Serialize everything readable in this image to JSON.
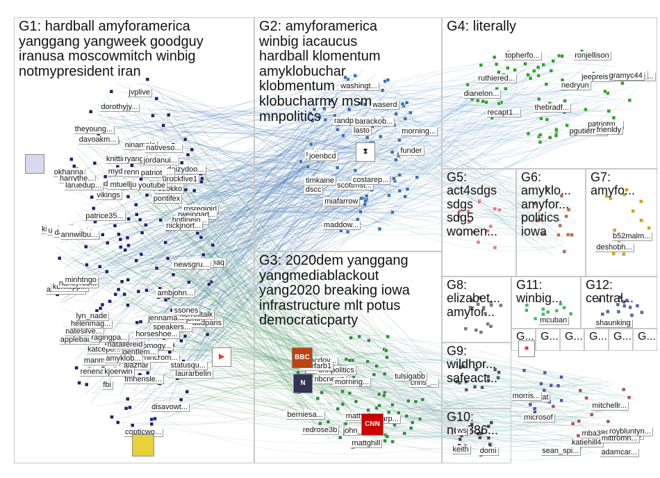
{
  "groups": [
    {
      "id": "G1",
      "title": "G1: hardball amyforamerica\nyanggang yangweek goodguy\niranusa moscowmitch winbig\nnotmypresident iran"
    },
    {
      "id": "G2",
      "title": "G2: amyforamerica\nwinbig iacaucus\nhardball klomentum\namyklobuchar\nklobmentum\nklobucharmy msm\nmnpolitics"
    },
    {
      "id": "G3",
      "title": "G3: 2020dem yanggang\nyangmediablackout\nyang2020 breaking iowa\ninfrastructure mlt potus\ndemocraticparty"
    },
    {
      "id": "G4",
      "title": "G4: literally"
    },
    {
      "id": "G5",
      "title": "G5:\nact4sdgs\nsdgs\nsdg5\nwomen..."
    },
    {
      "id": "G6",
      "title": "G6:\namyklo...\namyfor...\npolitics\niowa"
    },
    {
      "id": "G7",
      "title": "G7:\namyfo..."
    },
    {
      "id": "G8",
      "title": "G8:\nelizabet...\namyfor..."
    },
    {
      "id": "G9",
      "title": "G9:\nwildhor...\nsafeact..."
    },
    {
      "id": "G10",
      "title": "G10:\nnos386..."
    },
    {
      "id": "G11",
      "title": "G11:\nwinbig..."
    },
    {
      "id": "G12",
      "title": "G12:\ncentral..."
    },
    {
      "id": "G13",
      "title": "G..."
    },
    {
      "id": "G14",
      "title": "G..."
    },
    {
      "id": "G15",
      "title": "G..."
    },
    {
      "id": "G16",
      "title": "G..."
    },
    {
      "id": "G17",
      "title": "G..."
    },
    {
      "id": "G18",
      "title": "G..."
    }
  ],
  "labels": [
    {
      "text": "ambjohn...",
      "g": "G1"
    },
    {
      "text": "speakers...",
      "g": "G1"
    },
    {
      "text": "mlhcrom...",
      "g": "G1"
    },
    {
      "text": "tmhensle...",
      "g": "G1"
    },
    {
      "text": "fbi",
      "g": "G1"
    },
    {
      "text": "renenan...",
      "g": "G1"
    },
    {
      "text": "applebau...",
      "g": "G1"
    },
    {
      "text": "allonmed...",
      "g": "G1"
    },
    {
      "text": "kimalyce...",
      "g": "G1"
    },
    {
      "text": "patrice35...",
      "g": "G1"
    },
    {
      "text": "brudamc...",
      "g": "G1"
    },
    {
      "text": "knittingli...",
      "g": "G1"
    },
    {
      "text": "ninampls",
      "g": "G1"
    },
    {
      "text": "nativeso...",
      "g": "G1"
    },
    {
      "text": "daizydoo...",
      "g": "G1"
    },
    {
      "text": "msregigirl",
      "g": "G1"
    },
    {
      "text": "nokomaq",
      "g": "G1"
    },
    {
      "text": "audparis",
      "g": "G1"
    },
    {
      "text": "jennama...",
      "g": "G1"
    },
    {
      "text": "somogy...",
      "g": "G1"
    },
    {
      "text": "alazhar",
      "g": "G1"
    },
    {
      "text": "kjoerwin",
      "g": "G1"
    },
    {
      "text": "manmet...",
      "g": "G1"
    },
    {
      "text": "natesilve...",
      "g": "G1"
    },
    {
      "text": "kenklipp...",
      "g": "G1"
    },
    {
      "text": "usnavym...",
      "g": "G1"
    },
    {
      "text": "okhanna",
      "g": "G1"
    },
    {
      "text": "vikings",
      "g": "G1"
    },
    {
      "text": "mydoggy...",
      "g": "G1"
    },
    {
      "text": "ryangrim",
      "g": "G1"
    },
    {
      "text": "jordanui...",
      "g": "G1"
    },
    {
      "text": "urockfive1",
      "g": "G1"
    },
    {
      "text": "rweingart...",
      "g": "G1"
    },
    {
      "text": "benig...",
      "g": "G1"
    },
    {
      "text": "jentl",
      "g": "G1"
    },
    {
      "text": "laurarbelin",
      "g": "G1"
    },
    {
      "text": "horseshoe...",
      "g": "G1"
    },
    {
      "text": "gentlem...",
      "g": "G1"
    },
    {
      "text": "amyklob...",
      "g": "G1"
    },
    {
      "text": "katcepo...",
      "g": "G1"
    },
    {
      "text": "helenmag...",
      "g": "G1"
    },
    {
      "text": "nancyrub...",
      "g": "G1"
    },
    {
      "text": "davewei...",
      "g": "G1"
    },
    {
      "text": "harrythe...",
      "g": "G1"
    },
    {
      "text": "theyoung...",
      "g": "G1"
    },
    {
      "text": "mtuelljudy",
      "g": "G1"
    },
    {
      "text": "rennee",
      "g": "G1"
    },
    {
      "text": "patriot_...",
      "g": "G1"
    },
    {
      "text": "cookko",
      "g": "G1"
    },
    {
      "text": "hotlinejo...",
      "g": "G1"
    },
    {
      "text": "dumps",
      "g": "G1"
    },
    {
      "text": "kerrelltalk",
      "g": "G1"
    },
    {
      "text": "statusqu...",
      "g": "G1"
    },
    {
      "text": "disavowt...",
      "g": "G1"
    },
    {
      "text": "copticwo...",
      "g": "G1"
    },
    {
      "text": "nataliereid",
      "g": "G1"
    },
    {
      "text": "ragingpa...",
      "g": "G1"
    },
    {
      "text": "lyn_nade",
      "g": "G1"
    },
    {
      "text": "minhtngo",
      "g": "G1"
    },
    {
      "text": "annwilbu...",
      "g": "G1"
    },
    {
      "text": "laruedup...",
      "g": "G1"
    },
    {
      "text": "davoakm...",
      "g": "G1"
    },
    {
      "text": "dorothyjy...",
      "g": "G1"
    },
    {
      "text": "jvplive",
      "g": "G1"
    },
    {
      "text": "youtube",
      "g": "G1"
    },
    {
      "text": "pontifex",
      "g": "G1"
    },
    {
      "text": "nickjnort...",
      "g": "G1"
    },
    {
      "text": "newsgru...",
      "g": "G1"
    },
    {
      "text": "ssones",
      "g": "G1"
    },
    {
      "text": "maddow...",
      "g": "G2"
    },
    {
      "text": "scottmst...",
      "g": "G2"
    },
    {
      "text": "randpaul",
      "g": "G2"
    },
    {
      "text": "washingt...",
      "g": "G2"
    },
    {
      "text": "nytimes",
      "g": "G2"
    },
    {
      "text": "timkaine",
      "g": "G2"
    },
    {
      "text": "barackob...",
      "g": "G2"
    },
    {
      "text": "lasto",
      "g": "G2"
    },
    {
      "text": "dscc",
      "g": "G2"
    },
    {
      "text": "waserd",
      "g": "G2"
    },
    {
      "text": "joenbcd",
      "g": "G2"
    },
    {
      "text": "morning...",
      "g": "G2"
    },
    {
      "text": "costarep...",
      "g": "G2"
    },
    {
      "text": "funder",
      "g": "G2"
    },
    {
      "text": "miafarrow",
      "g": "G2"
    },
    {
      "text": "bbcnews",
      "g": "G3"
    },
    {
      "text": "nbcnews",
      "g": "G3"
    },
    {
      "text": "chris_...",
      "g": "G3"
    },
    {
      "text": "mattygle...",
      "g": "G3"
    },
    {
      "text": "jesse",
      "g": "G3"
    },
    {
      "text": "wfp",
      "g": "G3"
    },
    {
      "text": "cnnpolitics",
      "g": "G3"
    },
    {
      "text": "redrose3b",
      "g": "G3"
    },
    {
      "text": "wehearp...",
      "g": "G3"
    },
    {
      "text": "morning...",
      "g": "G3"
    },
    {
      "text": "john_sco...",
      "g": "G3"
    },
    {
      "text": "berniesa...",
      "g": "G3"
    },
    {
      "text": "dacdov...",
      "g": "G3"
    },
    {
      "text": "likefarb1",
      "g": "G3"
    },
    {
      "text": "mattghill",
      "g": "G3"
    },
    {
      "text": "tulsigabb",
      "g": "G3"
    },
    {
      "text": "topherfo...",
      "g": "G4"
    },
    {
      "text": "ricksjsport...",
      "g": "G4"
    },
    {
      "text": "nancypor...",
      "g": "G4"
    },
    {
      "text": "jeepreise",
      "g": "G4"
    },
    {
      "text": "ronjellison",
      "g": "G4"
    },
    {
      "text": "nedryun",
      "g": "G4"
    },
    {
      "text": "dianelon...",
      "g": "G4"
    },
    {
      "text": "thebradf...",
      "g": "G4"
    },
    {
      "text": "pgutierre...",
      "g": "G4"
    },
    {
      "text": "gramyc44",
      "g": "G4"
    },
    {
      "text": "ruthiered...",
      "g": "G4"
    },
    {
      "text": "patriotm...",
      "g": "G4"
    },
    {
      "text": "recapt1...",
      "g": "G4"
    },
    {
      "text": "frienldy",
      "g": "G4"
    },
    {
      "text": "b52malm...",
      "g": "G7"
    },
    {
      "text": "deshobh...",
      "g": "G7"
    },
    {
      "text": "mcuban",
      "g": "G11"
    },
    {
      "text": "shaunking",
      "g": "G12"
    },
    {
      "text": "billoreilly",
      "g": "G13"
    },
    {
      "text": "mba389",
      "g": "G13"
    },
    {
      "text": "katiehill4",
      "g": "G13"
    },
    {
      "text": "mitchellr...",
      "g": "G13"
    },
    {
      "text": "sean_spi...",
      "g": "G13"
    },
    {
      "text": "adamcar...",
      "g": "G13"
    },
    {
      "text": "mittromn...",
      "g": "G13"
    },
    {
      "text": "roybluntyn...",
      "g": "G13"
    },
    {
      "text": "keith",
      "g": "G10"
    },
    {
      "text": "domi",
      "g": "G10"
    },
    {
      "text": "wsj",
      "g": "G10"
    },
    {
      "text": "microsof",
      "g": "G14"
    },
    {
      "text": "senat",
      "g": "G14"
    },
    {
      "text": "morris...",
      "g": "G14"
    }
  ],
  "colors": {
    "g1": "#1f1f6e",
    "g2": "#1d5b9c",
    "g3": "#2e8b3f",
    "g4": "#33a02c",
    "g5": "#e07a7a",
    "g6": "#b07050",
    "g7": "#d4a017",
    "edgeA": "#3a6fb0",
    "edgeB": "#2f8f4a"
  }
}
